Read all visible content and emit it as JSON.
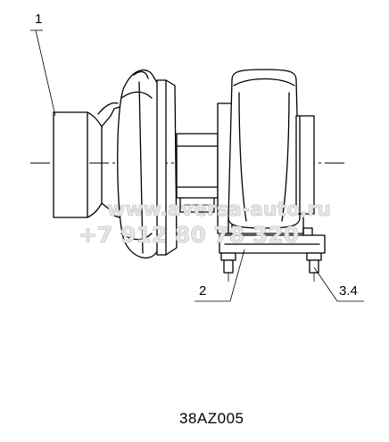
{
  "callouts": {
    "item_1": "1",
    "item_2": "2",
    "item_3_4": "3.4"
  },
  "drawing_code": "38AZ005",
  "watermark": {
    "site": "www.aversa-auto.ru",
    "phone": "+7 912 80 78 320"
  },
  "colors": {
    "line": "#000000",
    "background": "#ffffff",
    "watermark": "#bdbdbd"
  }
}
